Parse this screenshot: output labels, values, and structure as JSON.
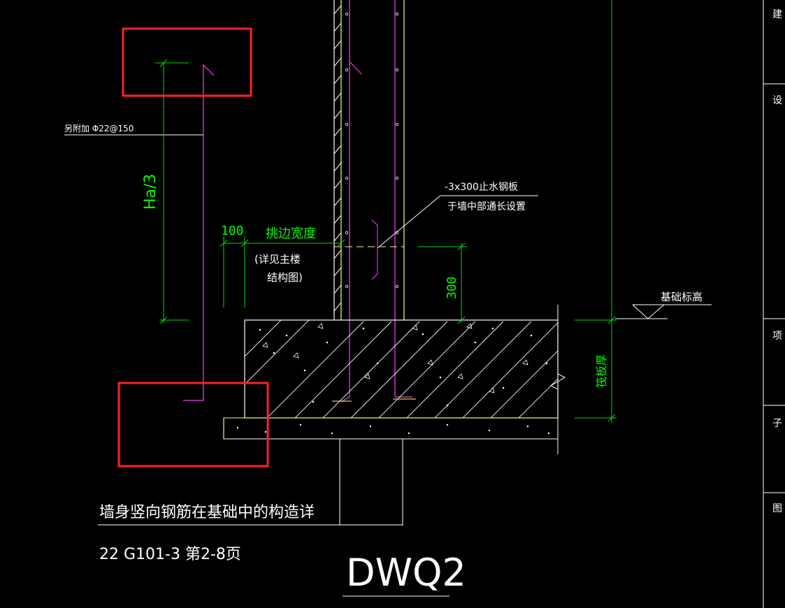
{
  "colors": {
    "background": "#000000",
    "concrete_outline": "#ffffff",
    "rebar": "#cc33cc",
    "dimension": "#00dd00",
    "wall_edge": "#ffff66",
    "highlight_box": "#ff2020",
    "hatch": "#ffffff"
  },
  "labels": {
    "extra_bar": "另附加 Φ22@150",
    "ha3": "Ha/3",
    "dim_100": "100",
    "overhang_width": "挑边宽度",
    "see_main_line1": "(详见主楼",
    "see_main_line2": "结构图)",
    "waterstop_line1": "-3x300止水钢板",
    "waterstop_line2": "于墙中部通长设置",
    "dim_300": "300",
    "foundation_elev": "基础标高",
    "raft_thickness": "筏板厚",
    "detail_title": "墙身竖向钢筋在基础中的构造详",
    "detail_ref": "22 G101-3 第2-8页",
    "drawing_id": "DWQ2"
  },
  "title_block": {
    "cells": [
      "建",
      "设",
      "项",
      "子",
      "图"
    ]
  },
  "icons": {
    "elevation_marker": "triangle-elevation-symbol",
    "break_line": "zigzag-break-symbol"
  }
}
